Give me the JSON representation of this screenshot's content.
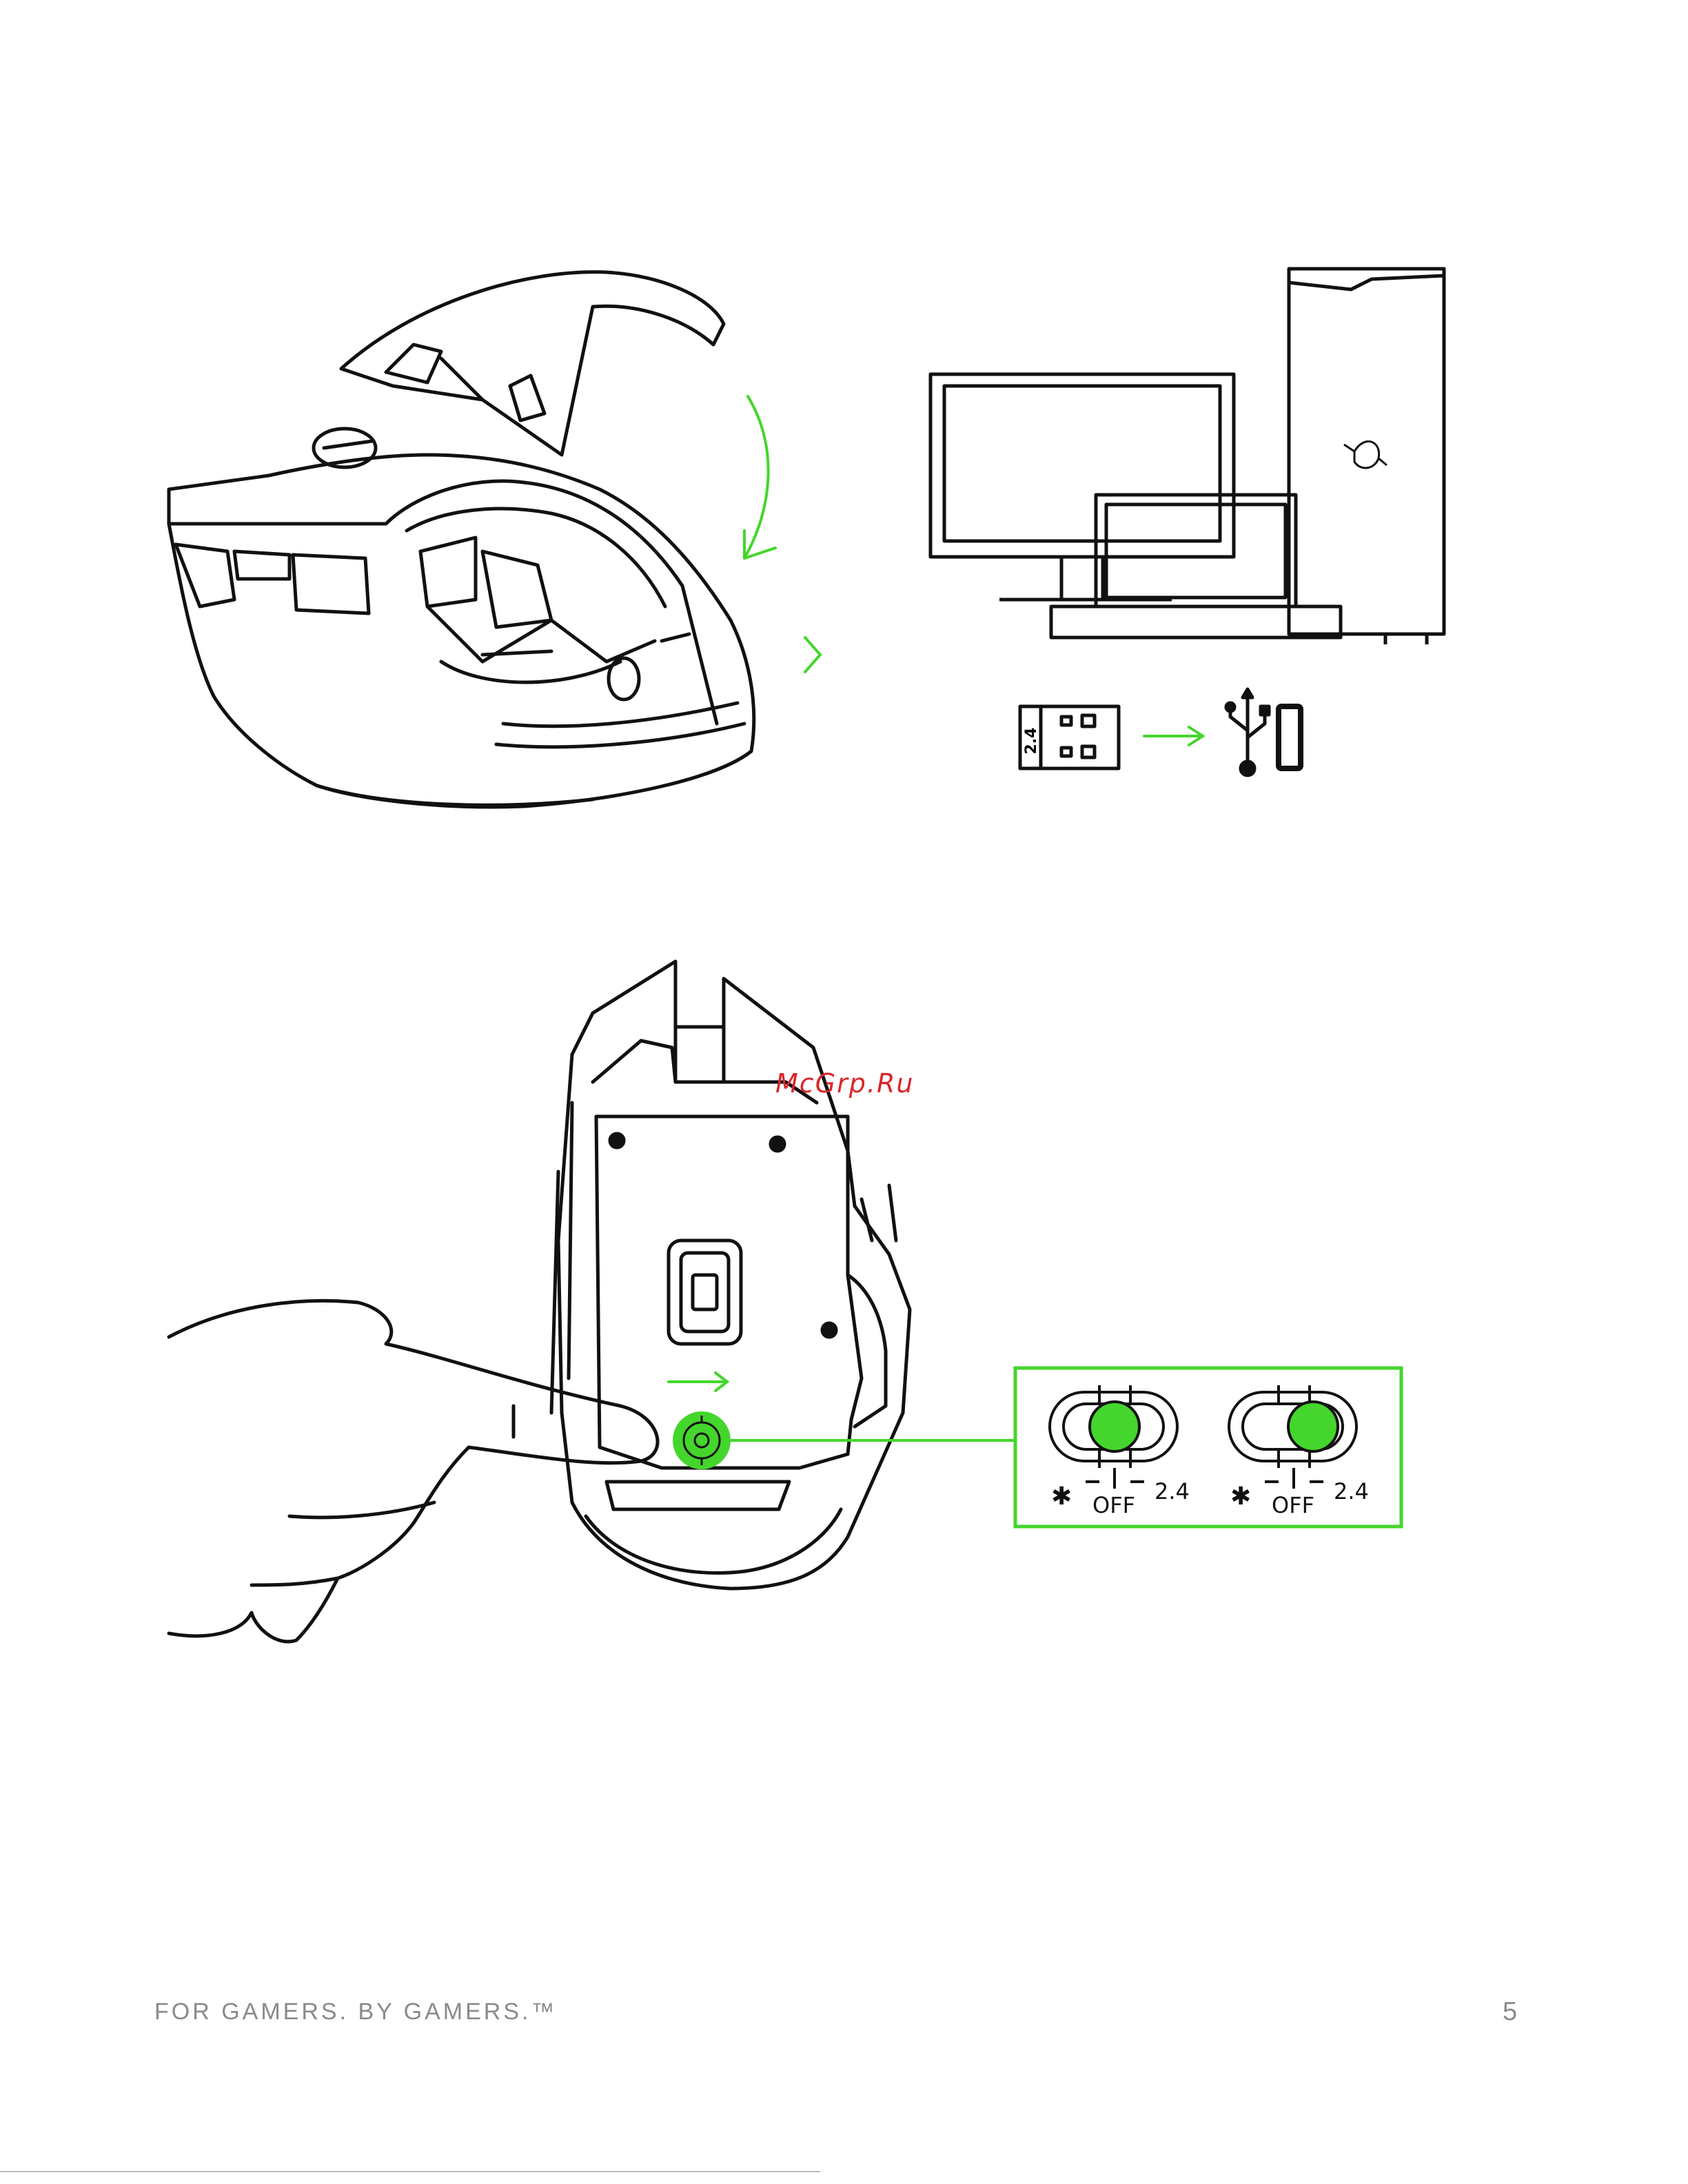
{
  "footer": {
    "tagline": "FOR GAMERS. BY GAMERS.™",
    "page_number": "5"
  },
  "watermark": "McGrp.Ru",
  "dongle": {
    "label": "2.4"
  },
  "switch_left": {
    "bt_symbol": "✱",
    "off_label": "OFF",
    "rf_label": "2.4"
  },
  "switch_right": {
    "bt_symbol": "✱",
    "off_label": "OFF",
    "rf_label": "2.4"
  },
  "colors": {
    "accent": "#44d62c",
    "line": "#111111",
    "footer": "#8a8a8a",
    "watermark": "#d9262b"
  }
}
